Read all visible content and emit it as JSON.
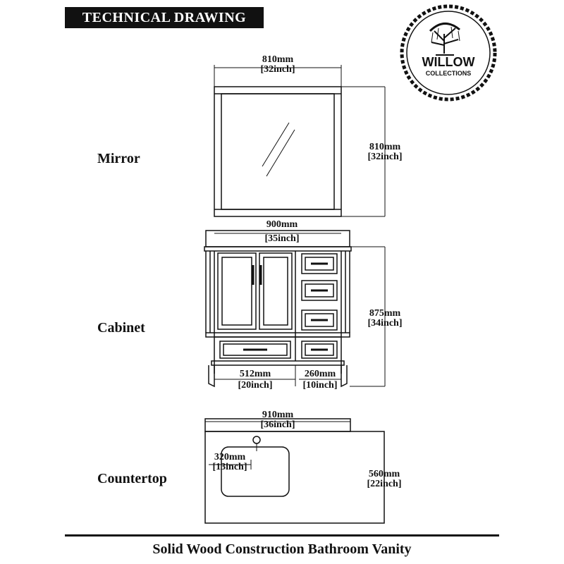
{
  "header": {
    "title": "TECHNICAL DRAWING"
  },
  "logo": {
    "brand": "WILLOW",
    "sub": "COLLECTIONS",
    "icon": "willow-tree-icon"
  },
  "sections": {
    "mirror": "Mirror",
    "cabinet": "Cabinet",
    "countertop": "Countertop"
  },
  "dimensions": {
    "mirror_width_mm": "810mm",
    "mirror_width_in": "[32inch]",
    "mirror_height_mm": "810mm",
    "mirror_height_in": "[32inch]",
    "cabinet_width_mm": "900mm",
    "cabinet_width_in": "[35inch]",
    "cabinet_height_mm": "875mm",
    "cabinet_height_in": "[34inch]",
    "cabinet_left_mm": "512mm",
    "cabinet_left_in": "[20inch]",
    "cabinet_right_mm": "260mm",
    "cabinet_right_in": "[10inch]",
    "counter_width_mm": "910mm",
    "counter_width_in": "[36inch]",
    "counter_depth_mm": "560mm",
    "counter_depth_in": "[22inch]",
    "sink_mm": "320mm",
    "sink_in": "[13inch]"
  },
  "footer": {
    "title": "Solid Wood Construction Bathroom Vanity"
  }
}
